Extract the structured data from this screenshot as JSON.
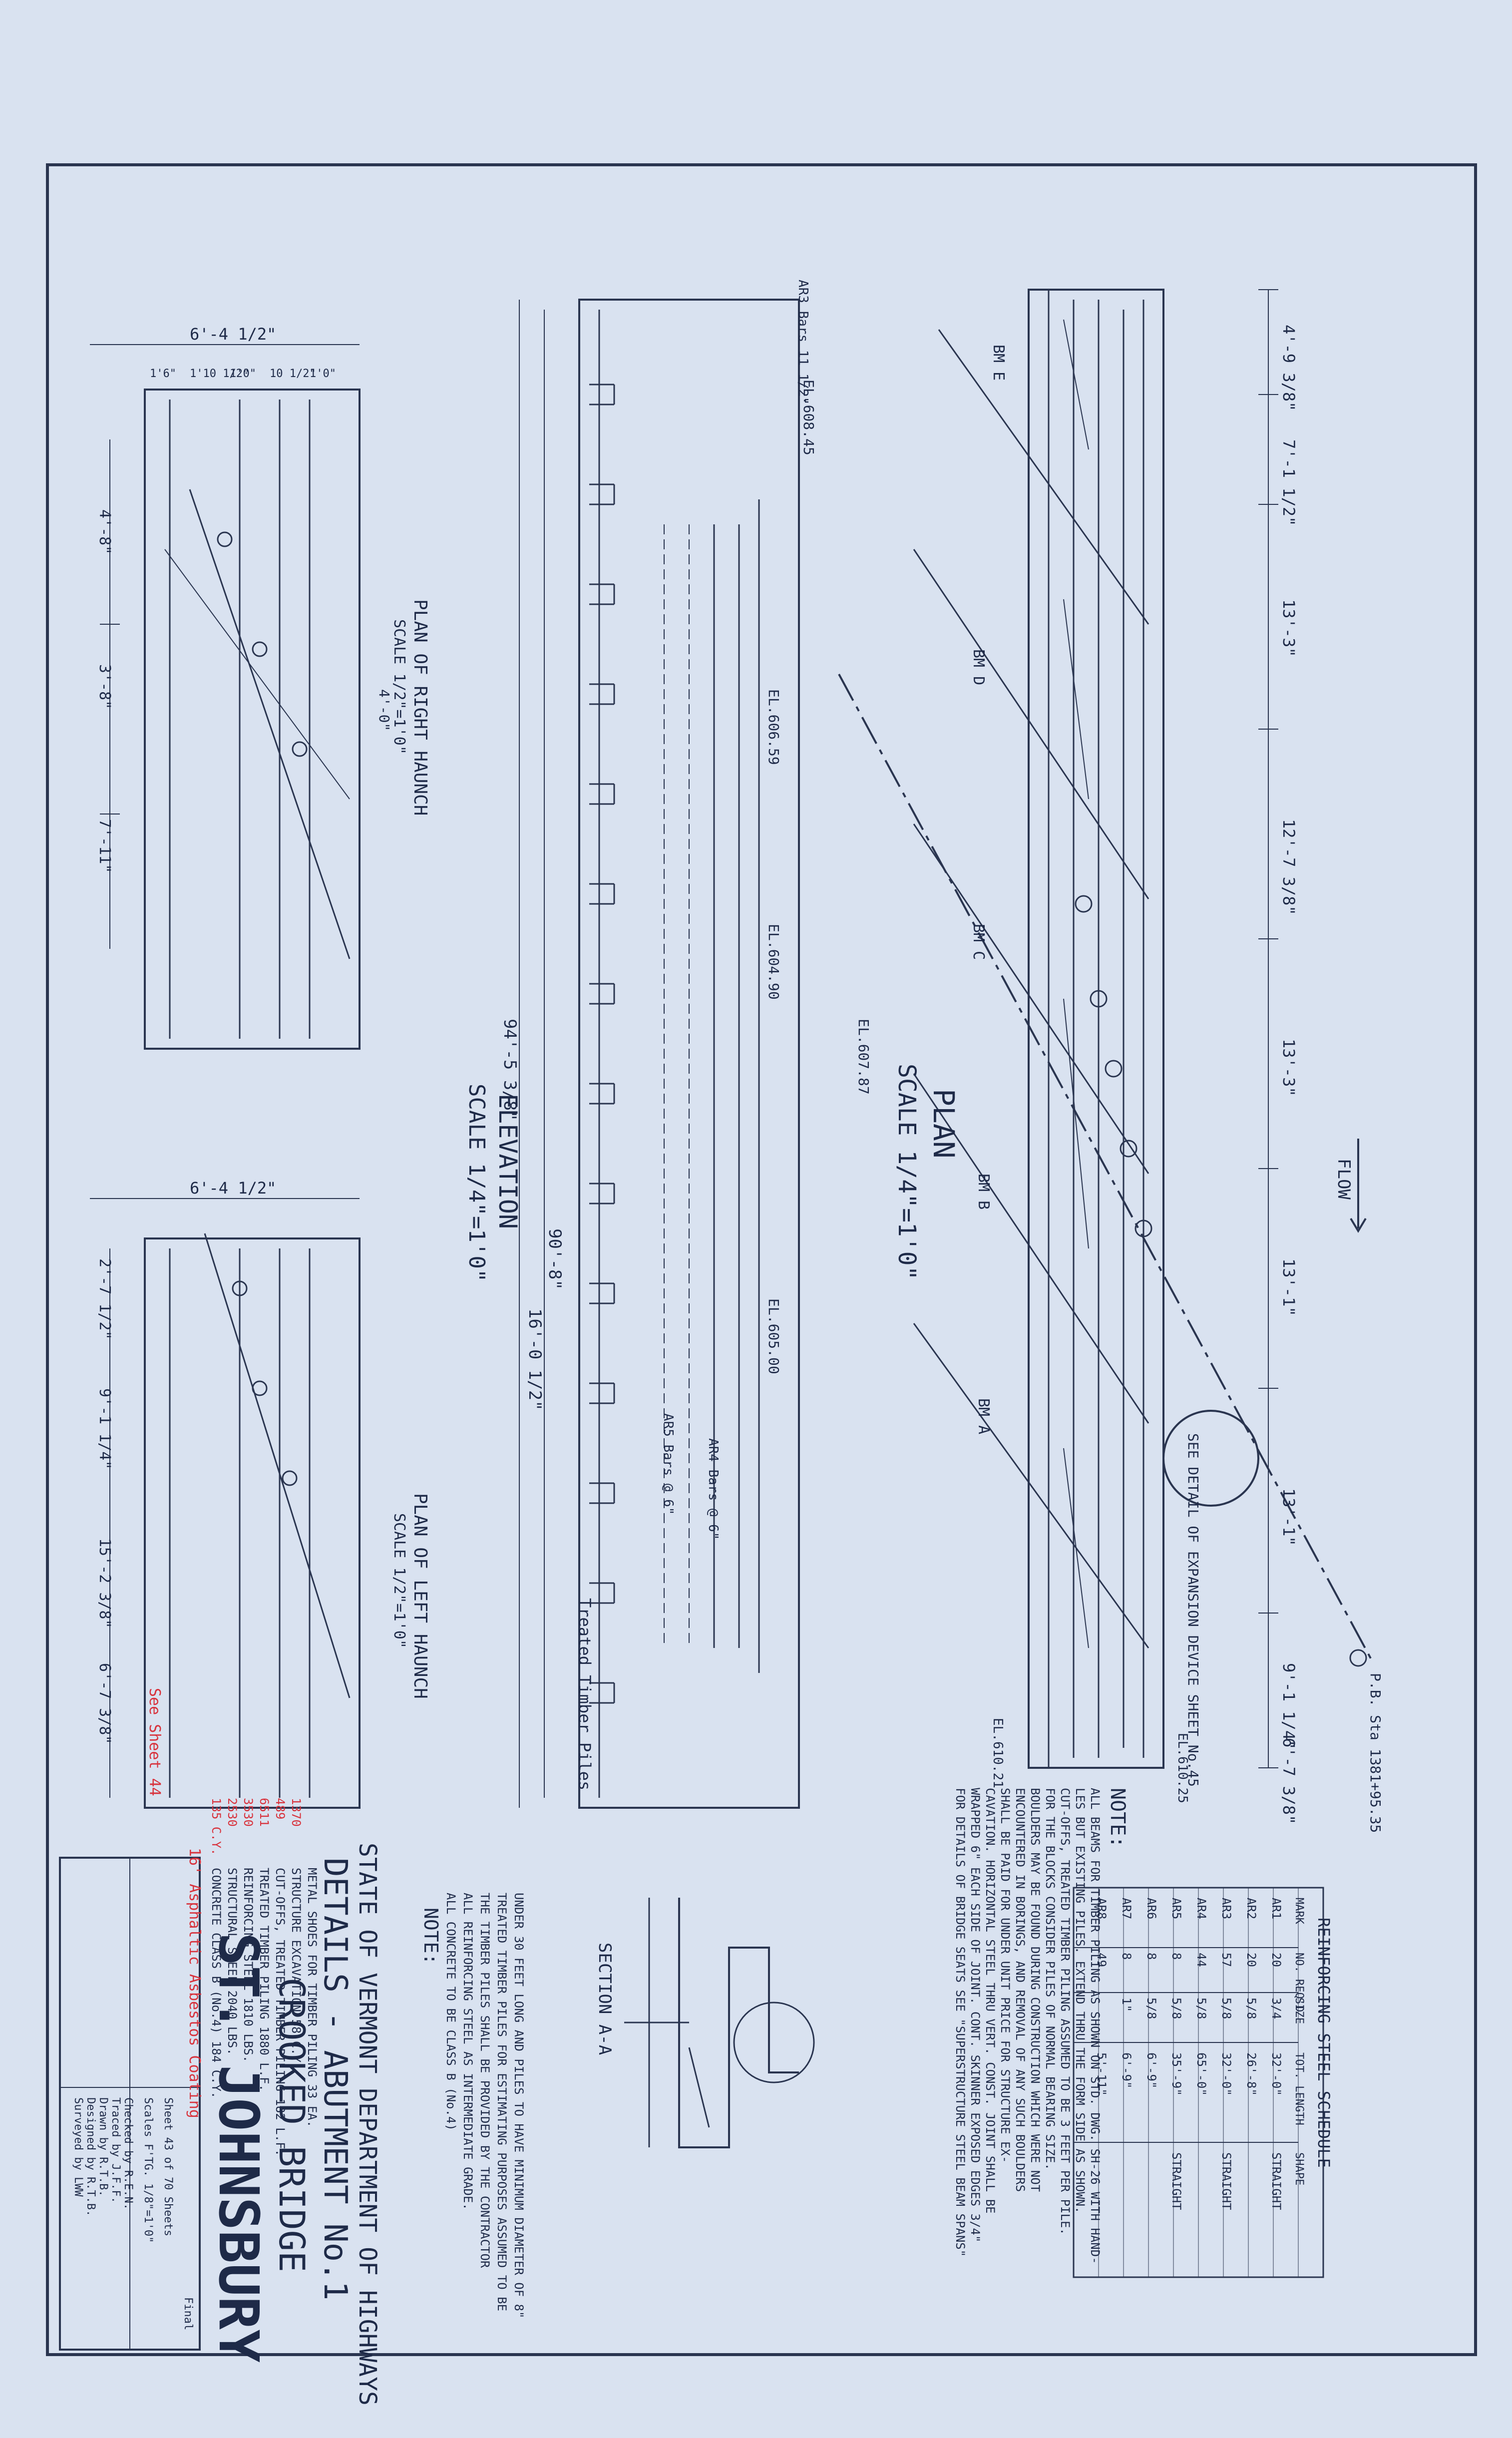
{
  "title_block": {
    "project": "ST. JOHNSBURY",
    "bridge": "CROOKED BRIDGE",
    "sheet_title": "DETAILS - ABUTMENT No.1",
    "agency": "STATE OF VERMONT DEPARTMENT OF HIGHWAYS",
    "surveyed_by": "Surveyed by  LWW",
    "designed_by": "Designed by  R.T.B.",
    "drawn_by": "Drawn by  R.T.B.",
    "traced_by": "Traced by  J.F.F.",
    "checked_by": "Checked by  R.E.N.",
    "scales": "Scales  F'TG. 1/8\"=1'0\"",
    "sheet_no": "Sheet 43 of 70 Sheets",
    "final": "Final"
  },
  "quantities": [
    {
      "item": "CONCRETE CLASS B (No.4) 184 C.Y.",
      "red": "135 C.Y."
    },
    {
      "item": "STRUCTURAL STEEL 2040 LBS.",
      "red": "2530"
    },
    {
      "item": "REINFORCING STEEL 1810 LBS.",
      "red": "3530"
    },
    {
      "item": "TREATED TIMBER PILING 1880 L.F.",
      "red": "6511"
    },
    {
      "item": "CUT-OFFS, TREATED TIMBER PILING 182 L.F.",
      "red": "489"
    },
    {
      "item": "STRUCTURE EXCAVATION 58 C.Y.",
      "red": "1370"
    },
    {
      "item": "METAL SHOES FOR TIMBER PILING 33 EA.",
      "red": ""
    }
  ],
  "red_annotations": {
    "see_sheet": "See Sheet 44",
    "asbestos": "16' Asphaltic Asbestos Coating"
  },
  "notes": {
    "heading": "NOTE:",
    "lines": [
      "ALL CONCRETE TO BE CLASS B (No.4)",
      "ALL REINFORCING STEEL AS INTERMEDIATE GRADE.",
      "THE TIMBER PILES SHALL BE PROVIDED BY THE CONTRACTOR",
      "TREATED TIMBER PILES FOR ESTIMATING PURPOSES ASSUMED TO BE",
      "UNDER 30 FEET LONG AND PILES TO HAVE MINIMUM DIAMETER OF 8\""
    ]
  },
  "schedule": {
    "title": "REINFORCING STEEL SCHEDULE",
    "headers": [
      "MARK",
      "NO. REQ'D",
      "SIZE",
      "TOT. LENGTH",
      "SHAPE"
    ],
    "rows": [
      [
        "AR1",
        "20",
        "3/4",
        "32'-0\"",
        "STRAIGHT"
      ],
      [
        "AR2",
        "20",
        "5/8",
        "26'-8\"",
        ""
      ],
      [
        "AR3",
        "57",
        "5/8",
        "32'-0\"",
        "STRAIGHT"
      ],
      [
        "AR4",
        "44",
        "5/8",
        "65'-0\"",
        ""
      ],
      [
        "AR5",
        "8",
        "5/8",
        "35'-9\"",
        "STRAIGHT"
      ],
      [
        "AR6",
        "8",
        "5/8",
        "6'-9\"",
        ""
      ],
      [
        "AR7",
        "8",
        "1\"",
        "6'-9\"",
        ""
      ],
      [
        "AR8",
        "49",
        "",
        "5'-11\"",
        ""
      ]
    ]
  },
  "plan_notes": {
    "heading": "NOTE:",
    "lines": [
      "ALL BEAMS FOR TIMBER PILING AS SHOWN ON STD. DWG. SH-26 WITH HAND-",
      "LES BUT EXISTING PILES. EXTEND THRU THE FORM SIDE AS SHOWN.",
      "CUT-OFFS, TREATED TIMBER PILING ASSUMED TO BE 3 FEET PER PILE.",
      "FOR THE BLOCKS CONSIDER PILES OF NORMAL BEARING SIZE.",
      "BOULDERS MAY BE FOUND DURING CONSTRUCTION WHICH WERE NOT",
      "ENCOUNTERED IN BORINGS, AND REMOVAL OF ANY SUCH BOULDERS",
      "SHALL BE PAID FOR UNDER UNIT PRICE FOR STRUCTURE EX-",
      "CAVATION. HORIZONTAL STEEL THRU VERT. CONST. JOINT SHALL BE",
      "WRAPPED 6\" EACH SIDE OF JOINT. CONT. SKINNER EXPOSED EDGES 3/4\"",
      "FOR DETAILS OF BRIDGE SEATS SEE \"SUPERSTRUCTURE STEEL BEAM SPANS\""
    ]
  },
  "views": {
    "plan": "PLAN",
    "plan_scale": "SCALE 1/4\"=1'0\"",
    "elevation": "ELEVATION",
    "elevation_scale": "SCALE 1/4\"=1'0\"",
    "section": "SECTION A-A",
    "right_haunch": "PLAN OF RIGHT HAUNCH",
    "right_haunch_scale": "SCALE 1/2\"=1'0\"",
    "left_haunch": "PLAN OF LEFT HAUNCH",
    "left_haunch_scale": "SCALE 1/2\"=1'0\""
  },
  "plan_dims": [
    "4'-9 3/8\"",
    "7'-1 1/2\"",
    "13'-3\"",
    "12'-7 3/8\"",
    "13'-3\"",
    "13'-1\"",
    "13'-1\"",
    "9'-1 1/4\"",
    "6'-7 3/8\""
  ],
  "plan_labels": {
    "flow": "FLOW",
    "see_detail": "SEE DETAIL OF EXPANSION DEVICE SHEET No.45",
    "station": "P.B. Sta 1381+95.35",
    "beam_a": "BM A",
    "beam_b": "BM B",
    "beam_c": "BM C",
    "beam_d": "BM D",
    "beam_e": "BM E",
    "pile_label": "Treated Timber Piles",
    "el_right": "EL.610.25",
    "el_left": "EL.610.21"
  },
  "elevation_dims": {
    "total1": "94'-5 3/8\"",
    "total2": "16'-0 1/2\"",
    "total3": "90'-8\""
  },
  "elevation_labels": {
    "seat1": "EL.607.87",
    "seat2": "EL.606.59",
    "seat3": "EL.604.90",
    "seat4": "EL.605.00",
    "top": "EL.608.45",
    "bars_top": "AR3 Bars 11 1/2\"",
    "bars_mid": "AR4 Bars @ 6\"",
    "bars_bot": "AR5 Bars @ 6\""
  },
  "haunch_dims": {
    "right_width": "6'-4 1/2\"",
    "left_width": "6'-4 1/2\"",
    "right_parts": [
      "1'6\"",
      "1'10 1/2\"",
      "1'0\"",
      "10 1/2\"",
      "1'0\""
    ],
    "right_vert": [
      "4'-8\"",
      "3'-8\"",
      "7'-11\""
    ],
    "left_vert": [
      "2'-7 1/2\"",
      "9'-1 1/4\"",
      "15'-2 3/8\"",
      "6'-7 3/8\""
    ],
    "right_misc": "4'-0\""
  }
}
